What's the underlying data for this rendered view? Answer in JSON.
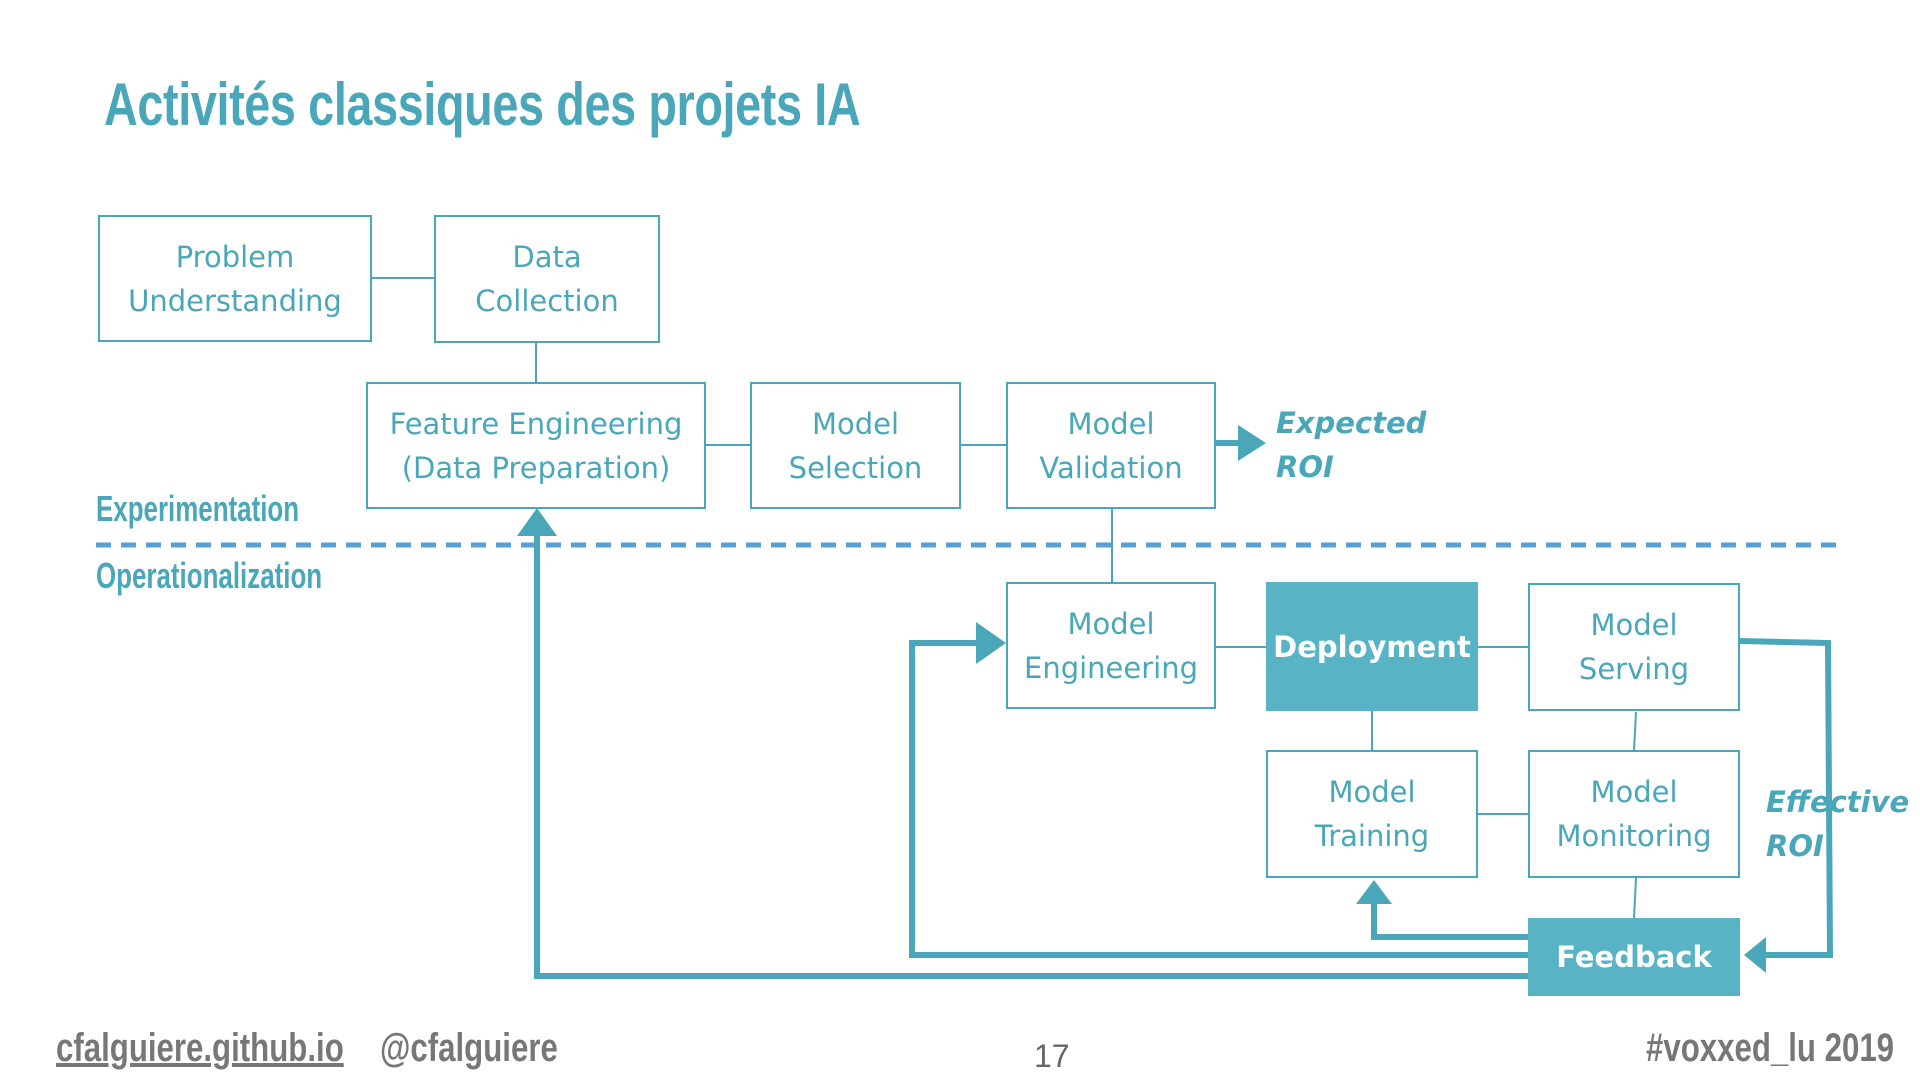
{
  "slide": {
    "title": "Activités classiques des projets IA",
    "sections": {
      "experimentation": "Experimentation",
      "operationalization": "Operationalization"
    }
  },
  "boxes": {
    "problem_understanding": [
      "Problem",
      "Understanding"
    ],
    "data_collection": [
      "Data",
      "Collection"
    ],
    "feature_engineering": [
      "Feature Engineering",
      "(Data Preparation)"
    ],
    "model_selection": [
      "Model",
      "Selection"
    ],
    "model_validation": [
      "Model",
      "Validation"
    ],
    "model_engineering": [
      "Model",
      "Engineering"
    ],
    "deployment": "Deployment",
    "model_serving": [
      "Model",
      "Serving"
    ],
    "model_training": [
      "Model",
      "Training"
    ],
    "model_monitoring": [
      "Model",
      "Monitoring"
    ],
    "feedback": "Feedback"
  },
  "roi": {
    "expected": [
      "Expected",
      "ROI"
    ],
    "effective": [
      "Effective",
      "ROI"
    ]
  },
  "footer": {
    "website": "cfalguiere.github.io",
    "handle": "@cfalguiere",
    "page_number": "17",
    "hashtag": "#voxxed_lu 2019"
  },
  "colors": {
    "accent": "#4aa7b9",
    "filled_box": "#58b4c5",
    "separator": "#5a9fd4",
    "footer_text": "#777777"
  }
}
